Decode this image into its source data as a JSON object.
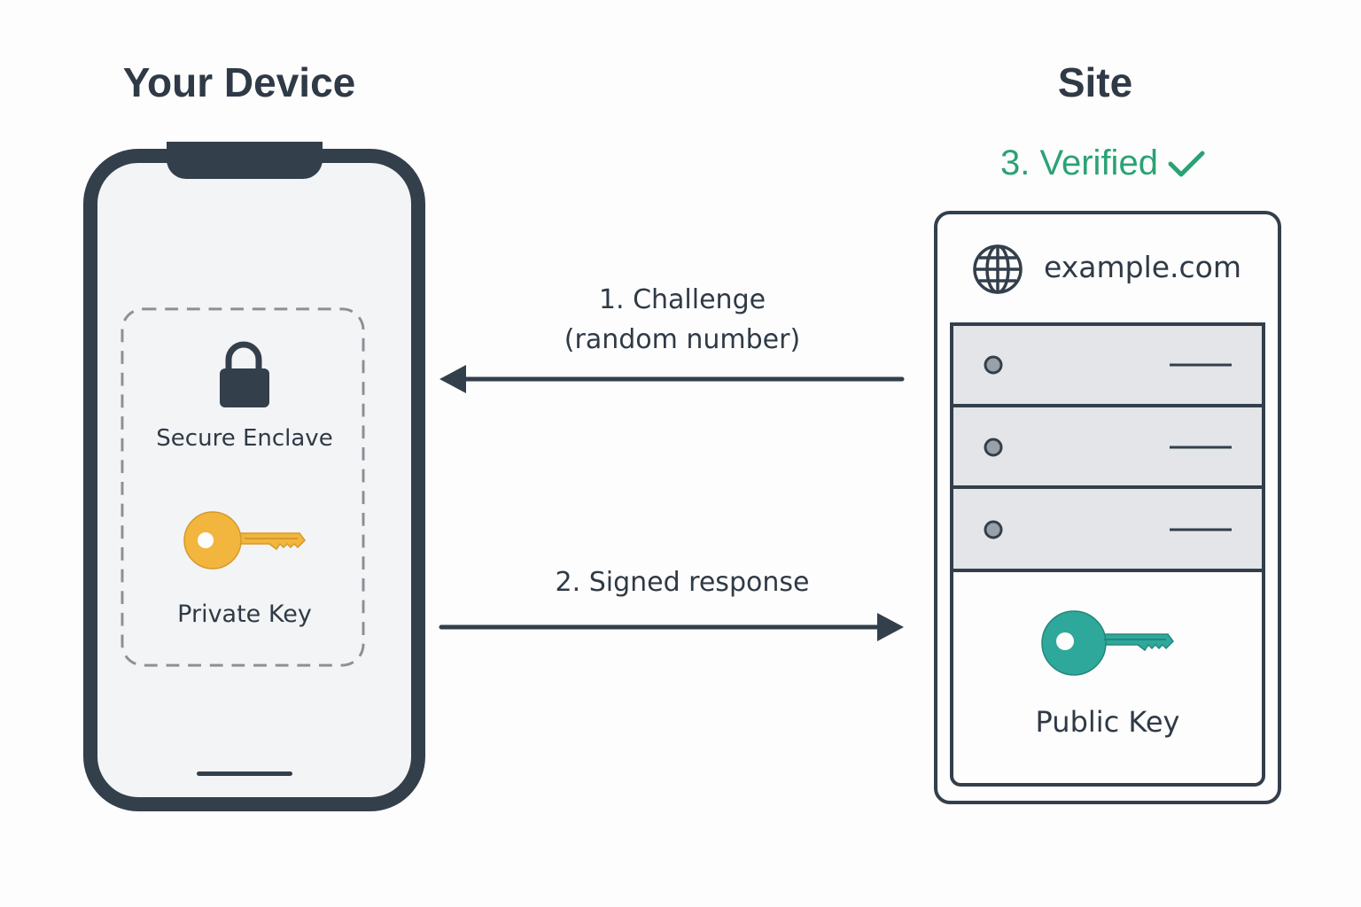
{
  "device": {
    "title": "Your Device",
    "enclave_label": "Secure Enclave",
    "private_key_label": "Private Key"
  },
  "site": {
    "title": "Site",
    "verified_label": "3. Verified",
    "domain": "example.com",
    "public_key_label": "Public Key"
  },
  "flow": {
    "challenge_line1": "1. Challenge",
    "challenge_line2": "(random number)",
    "signed_label": "2. Signed response"
  },
  "icons": {
    "lock": "lock-icon",
    "private_key": "key-icon",
    "public_key": "key-icon",
    "globe": "globe-icon",
    "verified": "checkmark-icon"
  },
  "colors": {
    "ink": "#333f4b",
    "private_key": "#f2b63e",
    "public_key": "#2ea89a",
    "verified": "#2aa374",
    "server_rack": "#e3e5e8"
  }
}
